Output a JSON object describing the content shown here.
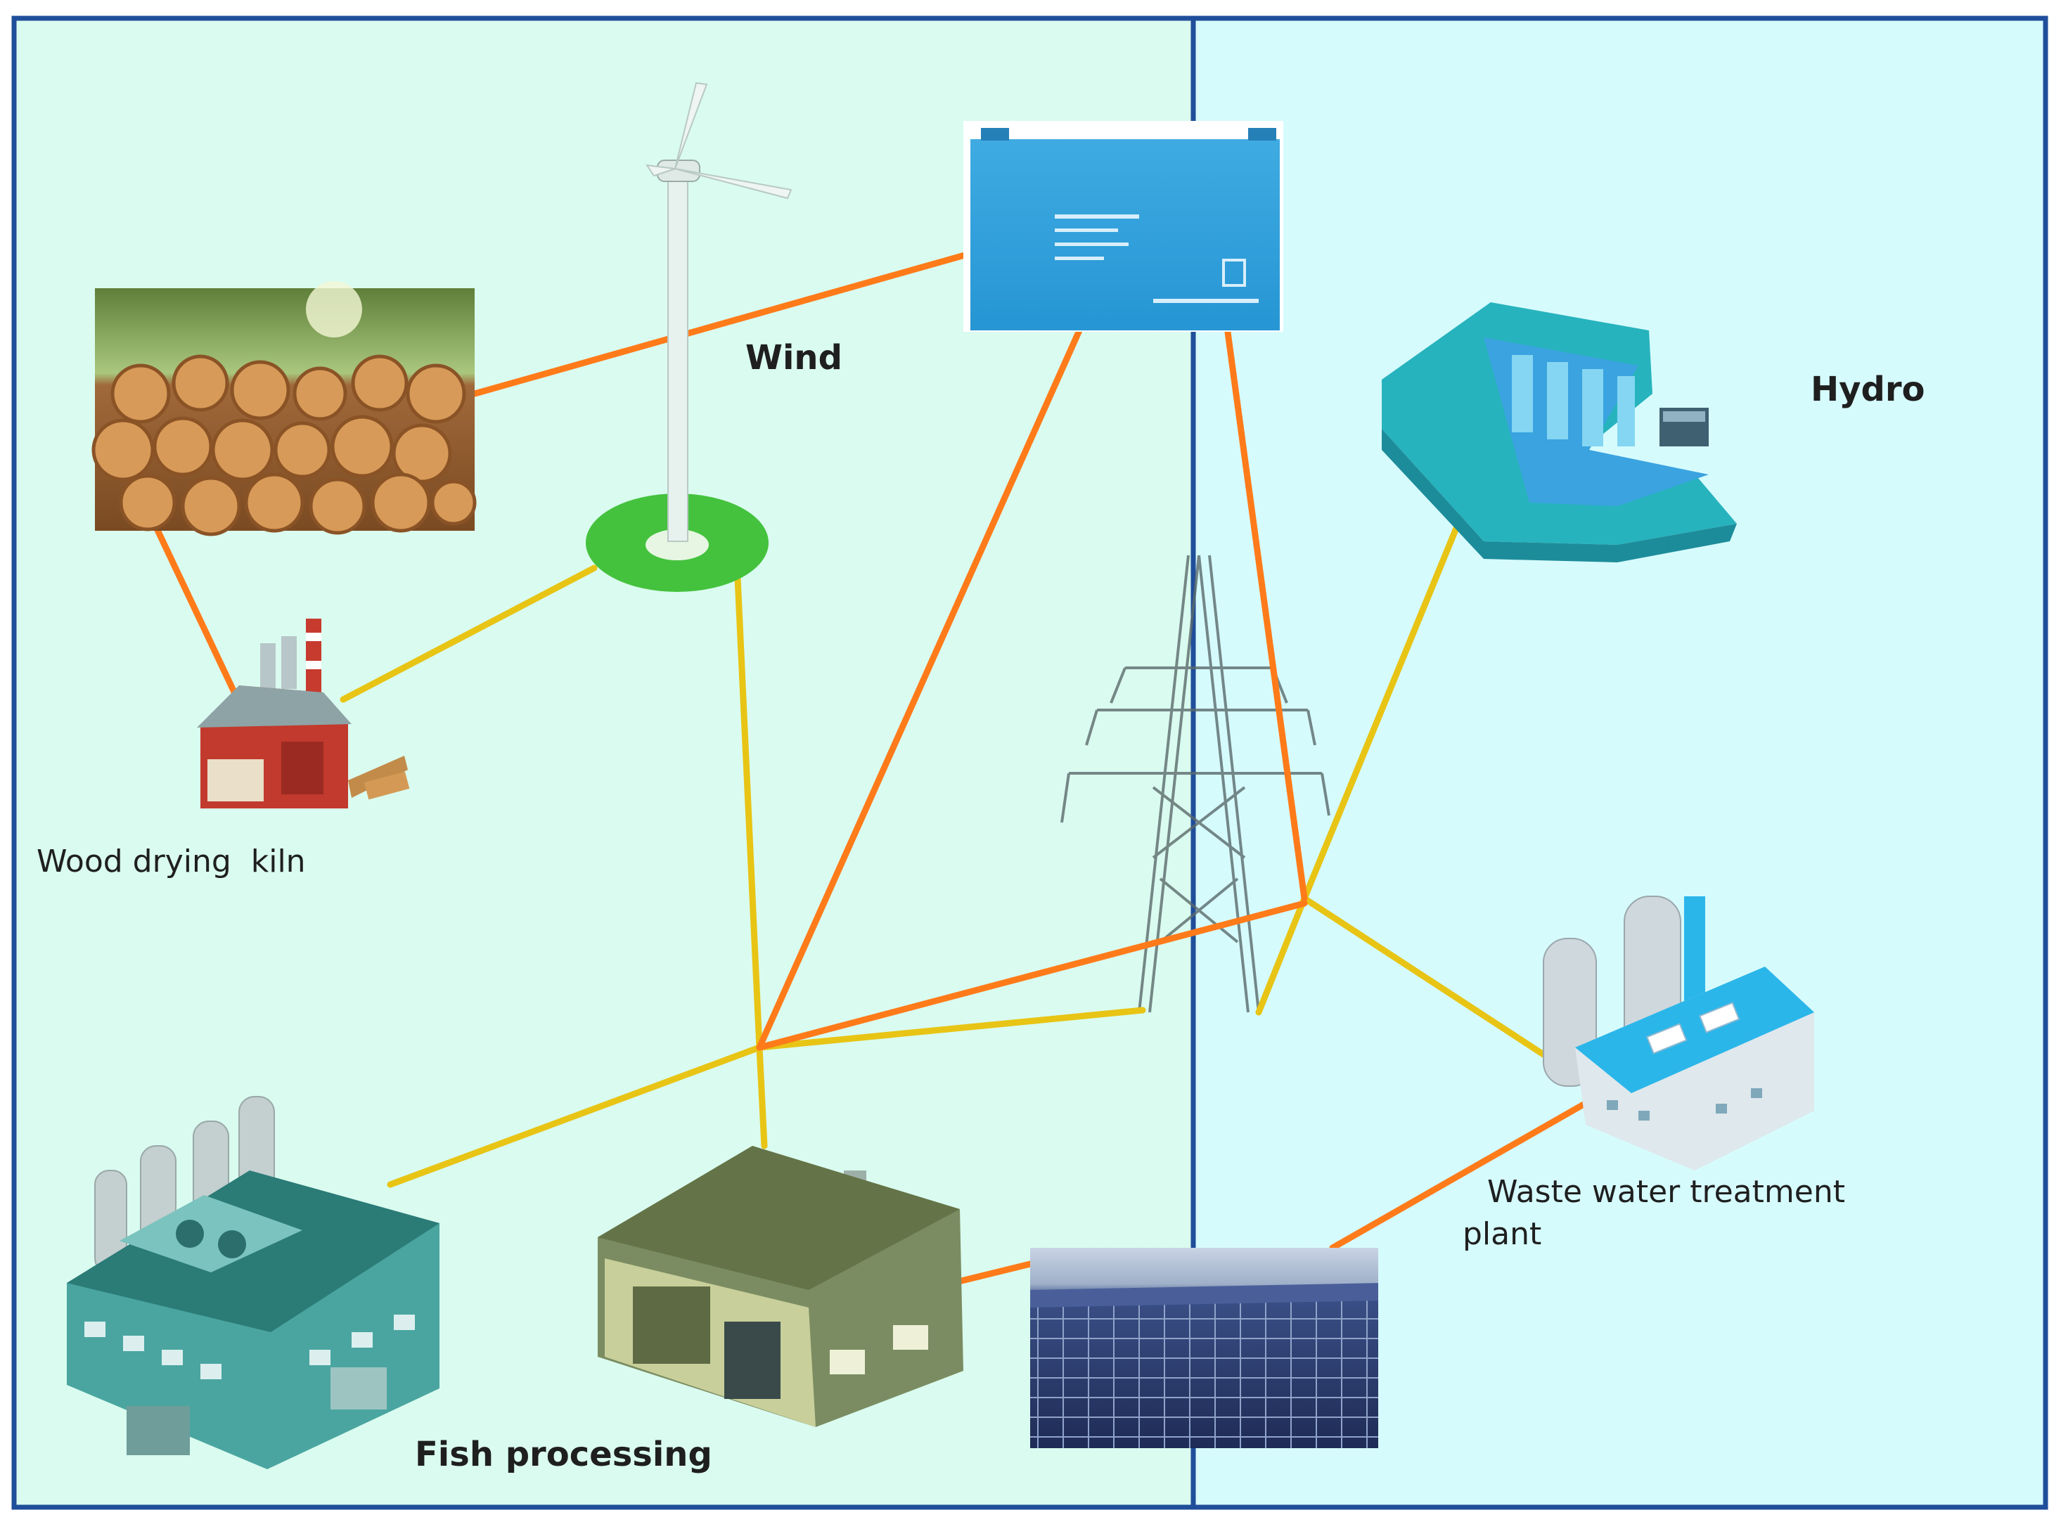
{
  "labels": {
    "wind": "Wind",
    "hydro": "Hydro",
    "kiln": "Wood drying  kiln",
    "fish": "Fish processing",
    "wastewater_line1": "Waste water treatment",
    "wastewater_line2": "plant"
  },
  "colors": {
    "left_panel": "#dafbef",
    "right_panel": "#d6fbfd",
    "border": "#1f4e9a",
    "orange_link": "#ff7b1a",
    "yellow_link": "#e8c414",
    "battery": "#2f9fd9",
    "wind_base": "#44c23d",
    "hydro_dam": "#27b3bd",
    "fish_building": "#7b8c62",
    "factory": "#4aa5a0",
    "wastewater_roof": "#2bb6ea",
    "solar_panel": "#2b3a6a"
  },
  "icons": {
    "wood_logs": "wood-logs-photo",
    "wind_turbine": "wind-turbine-icon",
    "battery": "battery-icon",
    "hydro_dam": "hydro-dam-icon",
    "pylon": "power-pylon-icon",
    "kiln": "kiln-building-icon",
    "factory": "factory-icon",
    "fish_plant": "fish-processing-building-icon",
    "solar": "solar-panel-array-icon",
    "wastewater": "wastewater-plant-icon"
  }
}
